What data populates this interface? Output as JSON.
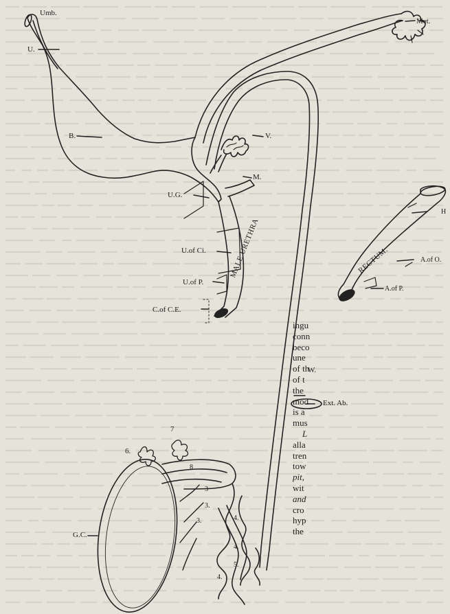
{
  "labels": {
    "umb": "Umb.",
    "u": "U.",
    "b": "B.",
    "met": "Met.",
    "v": "V.",
    "m": "M.",
    "ug": "U.G.",
    "u_of_ci": "U.of Ci.",
    "u_of_p": "U.of P.",
    "c_of_ce": "C.of C.E.",
    "male_urethra": "MALE URETHRA",
    "rectum": "RECTUM.",
    "h": "H",
    "a_of_o": "A.of O.",
    "a_of_p": "A.of P.",
    "w": "W.",
    "ext_ab": "Ext. Ab.",
    "n6": "6.",
    "n7": "7",
    "n8": "8",
    "n3a": "3",
    "n3b": "3.",
    "n3c": "3.",
    "n4a": "4.",
    "n4b": "4.",
    "n4c": "4.",
    "n5": "5.",
    "gc": "G.C."
  },
  "text_column": [
    {
      "text": "ingu",
      "style": "normal"
    },
    {
      "text": "conn",
      "style": "normal"
    },
    {
      "text": "beco",
      "style": "normal"
    },
    {
      "text": "une",
      "style": "normal"
    },
    {
      "text": "of th",
      "style": "normal"
    },
    {
      "text": "of t",
      "style": "normal"
    },
    {
      "text": "the",
      "style": "normal"
    },
    {
      "text": "mod",
      "style": "normal"
    },
    {
      "text": "is a",
      "style": "normal"
    },
    {
      "text": "mus",
      "style": "normal"
    },
    {
      "text": "L",
      "style": "italic-indent"
    },
    {
      "text": "alla",
      "style": "normal"
    },
    {
      "text": "tren",
      "style": "normal"
    },
    {
      "text": "tow",
      "style": "normal"
    },
    {
      "text": "pit,",
      "style": "italic"
    },
    {
      "text": "wit",
      "style": "normal"
    },
    {
      "text": "and",
      "style": "italic"
    },
    {
      "text": "cro",
      "style": "normal"
    },
    {
      "text": "hyp",
      "style": "normal"
    },
    {
      "text": "the",
      "style": "normal"
    }
  ],
  "colors": {
    "paper": "#e6e3da",
    "ink": "#222222"
  }
}
